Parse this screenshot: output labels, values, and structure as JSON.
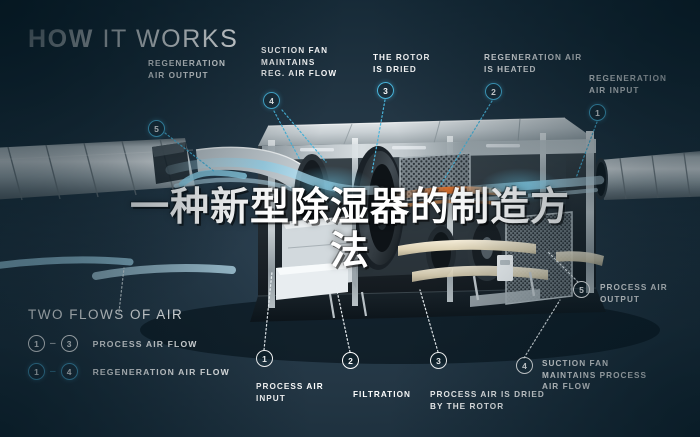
{
  "header": {
    "title_bold": "HOW",
    "title_light": "IT WORKS"
  },
  "overlay": {
    "line1": "一种新型除湿器的制造方",
    "line2": "法"
  },
  "callouts": [
    {
      "id": "regeneration-air-output",
      "number": "5",
      "label": "REGENERATION\nAIR OUTPUT",
      "marker_color": "cyan"
    },
    {
      "id": "suction-fan-reg",
      "number": "4",
      "label": "SUCTION FAN\nMAINTAINS\nREG. AIR FLOW",
      "marker_color": "cyan"
    },
    {
      "id": "rotor-is-dried",
      "number": "3",
      "label": "THE ROTOR\nIS DRIED",
      "marker_color": "cyan"
    },
    {
      "id": "regeneration-air-heated",
      "number": "2",
      "label": "REGENERATION AIR\nIS HEATED",
      "marker_color": "cyan"
    },
    {
      "id": "regeneration-air-input",
      "number": "1",
      "label": "REGENERATION\nAIR INPUT",
      "marker_color": "cyan"
    },
    {
      "id": "process-air-output",
      "number": "5",
      "label": "PROCESS AIR\nOUTPUT",
      "marker_color": "white"
    },
    {
      "id": "suction-fan-process",
      "number": "4",
      "label": "SUCTION FAN\nMAINTAINS PROCESS\nAIR FLOW",
      "marker_color": "white"
    },
    {
      "id": "process-air-dried",
      "number": "3",
      "label": "PROCESS AIR IS DRIED\nBY THE ROTOR",
      "marker_color": "white"
    },
    {
      "id": "filtration",
      "number": "2",
      "label": "FILTRATION",
      "marker_color": "white"
    },
    {
      "id": "process-air-input",
      "number": "1",
      "label": "PROCESS AIR\nINPUT",
      "marker_color": "white"
    }
  ],
  "legend": {
    "title": "TWO FLOWS OF AIR",
    "rows": [
      {
        "from": "1",
        "to": "3",
        "dash": "–",
        "label": "PROCESS AIR FLOW",
        "color": "white"
      },
      {
        "from": "1",
        "to": "4",
        "dash": "–",
        "label": "REGENERATION AIR FLOW",
        "color": "cyan"
      }
    ]
  },
  "colors": {
    "background_dark": "#0a1d29",
    "background_mid": "#233644",
    "accent_cyan": "#49b6dd",
    "text_white": "#ffffff",
    "heat_orange": "#e8732a"
  }
}
